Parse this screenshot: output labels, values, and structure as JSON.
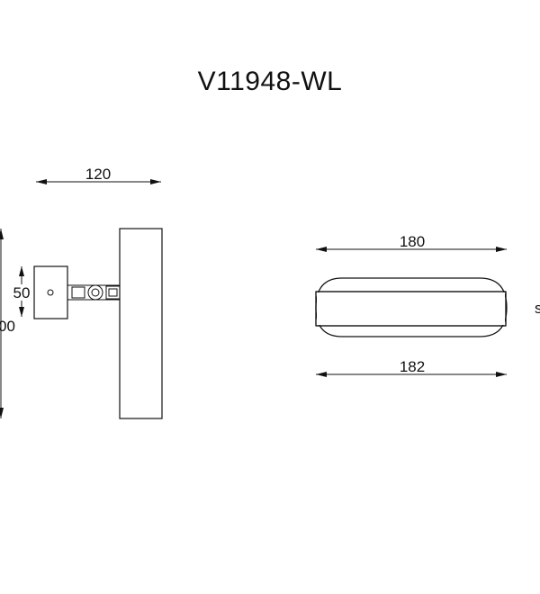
{
  "title": "V11948-WL",
  "dimensions": {
    "side_width": "120",
    "base_height": "50",
    "total_height_partial": "00",
    "front_top_width": "180",
    "front_bottom_width": "182",
    "right_edge_partial": "s"
  }
}
